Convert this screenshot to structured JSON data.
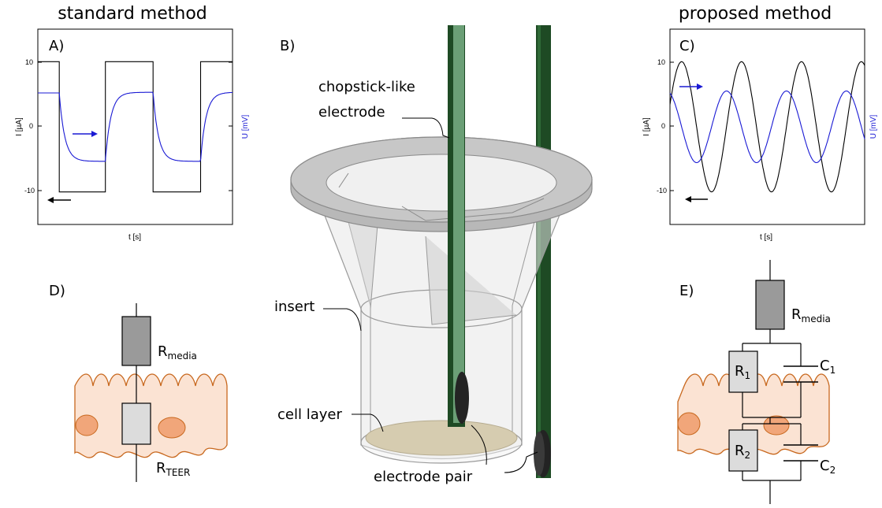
{
  "titles": {
    "left": "standard method",
    "right": "proposed method"
  },
  "panels": {
    "a": "A)",
    "b": "B)",
    "c": "C)",
    "d": "D)",
    "e": "E)"
  },
  "chart_data": [
    {
      "type": "line",
      "panel": "A)",
      "xlabel": "t [s]",
      "ylabel_left": "I [µA]",
      "ylabel_right": "U [mV]",
      "ylim": [
        -15,
        15
      ],
      "yticks": [
        "10",
        "0",
        "-10"
      ],
      "series": [
        {
          "axis": "left",
          "color": "#000000",
          "shape": "square wave",
          "x": [
            0,
            0.11,
            0.11,
            0.347,
            0.347,
            0.592,
            0.592,
            0.836,
            0.836,
            1
          ],
          "y": [
            10,
            10,
            -10,
            -10,
            10,
            10,
            -10,
            -10,
            10,
            10
          ]
        },
        {
          "axis": "right",
          "color": "#1a1ad4",
          "shape": "RC step response",
          "x": [
            0,
            0.1,
            0.11,
            0.14,
            0.2,
            0.347,
            0.36,
            0.4,
            0.45,
            0.592,
            0.6,
            0.64,
            0.7,
            0.836,
            0.85,
            0.9,
            1
          ],
          "y": [
            5.2,
            5.3,
            3.5,
            -1.5,
            -4.2,
            -5.3,
            -1.0,
            2.5,
            4.3,
            5.2,
            3.0,
            -1.5,
            -4.2,
            -5.3,
            -1.0,
            2.8,
            5.2
          ]
        }
      ],
      "arrows": [
        "blue → right axis",
        "black ← left axis"
      ]
    },
    {
      "type": "line",
      "panel": "C)",
      "xlabel": "t [s]",
      "ylabel_left": "I [µA]",
      "ylabel_right": "U [mV]",
      "ylim": [
        -15,
        15
      ],
      "yticks": [
        "10",
        "0",
        "-10"
      ],
      "series": [
        {
          "axis": "left",
          "color": "#000000",
          "shape": "sine",
          "amplitude": 10,
          "cycles": 3.25,
          "phase_deg": 20
        },
        {
          "axis": "right",
          "color": "#1a1ad4",
          "shape": "sine",
          "amplitude": 5.5,
          "cycles": 3.25,
          "phase_deg": 110
        }
      ],
      "arrows": [
        "blue → right axis",
        "black ← left axis"
      ]
    }
  ],
  "diagram_b": {
    "callouts": {
      "chopstick_line1": "chopstick-like",
      "chopstick_line2": "electrode",
      "insert": "insert",
      "cell_layer": "cell layer",
      "electrode_pair": "electrode pair"
    }
  },
  "circuit_d": {
    "r_media": {
      "main": "R",
      "sub": "media"
    },
    "r_teer": {
      "main": "R",
      "sub": "TEER"
    }
  },
  "circuit_e": {
    "r_media": {
      "main": "R",
      "sub": "media"
    },
    "r1": {
      "main": "R",
      "sub": "1"
    },
    "r2": {
      "main": "R",
      "sub": "2"
    },
    "c1": {
      "main": "C",
      "sub": "1"
    },
    "c2": {
      "main": "C",
      "sub": "2"
    }
  },
  "colors": {
    "current": "#000000",
    "voltage": "#1a1ad4",
    "cell_fill": "#fbe3d3",
    "cell_stroke": "#c8681e",
    "nucleus": "#f1a67a",
    "resistor_dark": "#9a9a9a",
    "resistor_light": "#dcdcdc",
    "electrode": "#1e4a24",
    "electrode_light": "#8bc39a",
    "insert_gray": "#c9c9c9",
    "cell_layer_fill": "#d6ccb0"
  }
}
